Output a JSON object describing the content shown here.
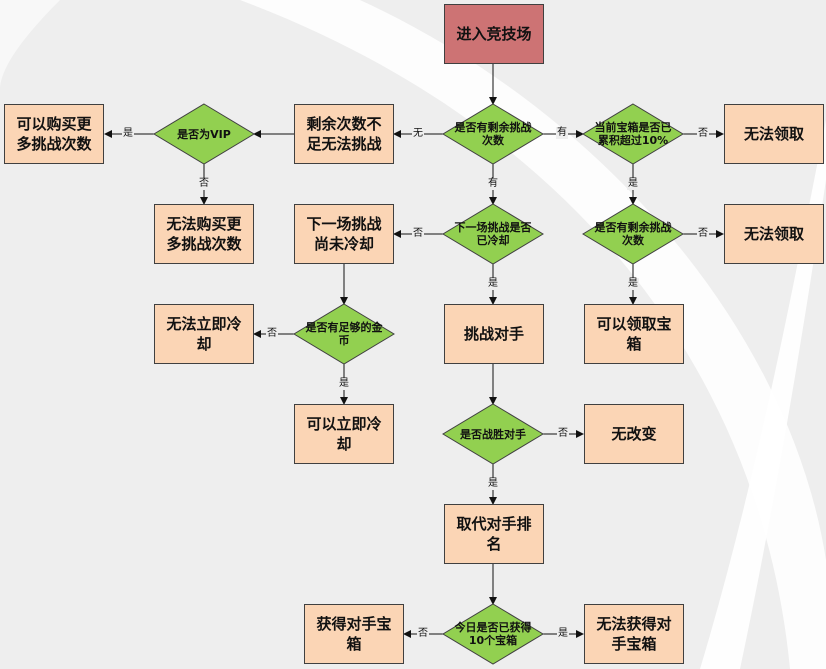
{
  "nodes": {
    "start": "进入竞技场",
    "buy_more": "可以购买更多挑战次数",
    "not_enough": "剩余次数不足无法挑战",
    "cannot_claim_1": "无法领取",
    "cannot_buy": "无法购买更多挑战次数",
    "not_cooled": "下一场挑战尚未冷却",
    "cannot_claim_2": "无法领取",
    "cannot_cool_now": "无法立即冷却",
    "challenge": "挑战对手",
    "can_claim": "可以领取宝箱",
    "can_cool_now": "可以立即冷却",
    "no_change": "无改变",
    "replace_rank": "取代对手排名",
    "get_chest": "获得对手宝箱",
    "cannot_get_chest": "无法获得对手宝箱"
  },
  "decisions": {
    "is_vip": "是否为VIP",
    "has_remaining": "是否有剩余挑战次数",
    "chest_exceeds": "当前宝箱是否已累积超过10%",
    "cooled": "下一场挑战是否已冷却",
    "has_remaining_2": "是否有剩余挑战次数",
    "enough_gold": "是否有足够的金币",
    "won": "是否战胜对手",
    "ten_chests": "今日是否已获得10个宝箱"
  },
  "edges": {
    "has_remaining_no": "无",
    "has_remaining_yes_right": "有",
    "has_remaining_yes_down": "有",
    "vip_yes": "是",
    "vip_no": "否",
    "chest_no": "否",
    "chest_yes": "是",
    "cooled_no": "否",
    "cooled_yes": "是",
    "remaining2_no": "否",
    "remaining2_yes": "是",
    "gold_no": "否",
    "gold_yes": "是",
    "won_no": "否",
    "won_yes": "是",
    "ten_no": "否",
    "ten_yes": "是"
  },
  "colors": {
    "process_fill": "#fbd5b5",
    "start_fill": "#cd7374",
    "decision_fill": "#92d050",
    "outline": "#404040",
    "background": "#eeeeee"
  }
}
